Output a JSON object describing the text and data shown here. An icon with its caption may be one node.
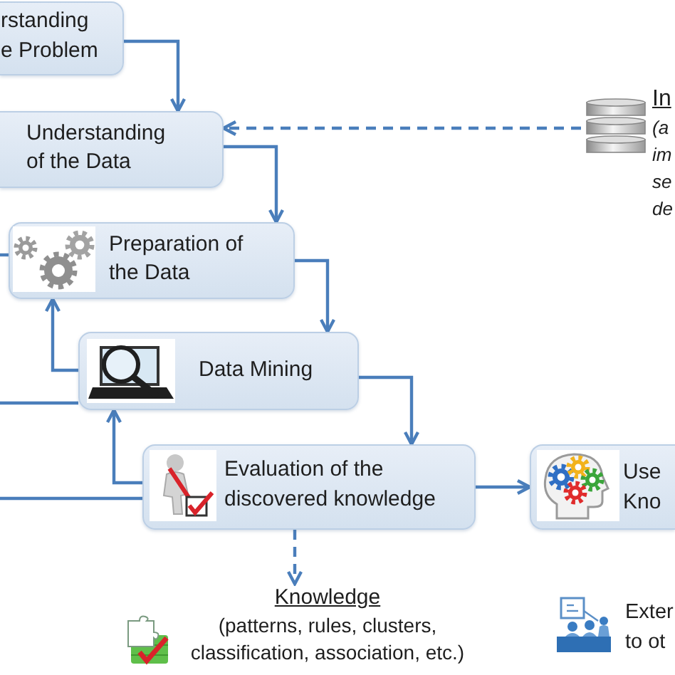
{
  "diagram": {
    "nodes": [
      {
        "text": [
          "rstanding e Problem"
        ]
      },
      {
        "text": [
          "Understanding of the Data"
        ]
      },
      {
        "text": [
          "In",
          "(a im se de"
        ]
      },
      {
        "text": [
          "Preparation of the Data"
        ]
      },
      {
        "text": [
          "Data Mining"
        ]
      },
      {
        "text": [
          "Evaluation of the discovered knowledge"
        ]
      },
      {
        "text": [
          "Use Kno"
        ]
      },
      {
        "text": [
          "Knowledge",
          "(patterns, rules, clusters, classification, association, etc.)"
        ]
      },
      {
        "text": [
          "Exter to ot"
        ]
      }
    ],
    "edges": [
      {
        "from": 0,
        "to": 1,
        "arrow": "to"
      },
      {
        "from": 2,
        "to": 1,
        "arrow": "to",
        "style": "dashed"
      },
      {
        "from": 1,
        "to": 3,
        "arrow": "to"
      },
      {
        "from": null,
        "to": 3,
        "arrow": "none"
      },
      {
        "from": 3,
        "to": 4,
        "arrow": "to"
      },
      {
        "from": 4,
        "to": 3,
        "arrow": "to"
      },
      {
        "from": null,
        "to": 4,
        "arrow": "none"
      },
      {
        "from": 4,
        "to": 5,
        "arrow": "to"
      },
      {
        "from": 5,
        "to": 4,
        "arrow": "to"
      },
      {
        "from": null,
        "to": 5,
        "arrow": "none"
      },
      {
        "from": 5,
        "to": 6,
        "arrow": "to"
      },
      {
        "from": 5,
        "to": 7,
        "arrow": "to",
        "style": "dashed"
      }
    ]
  }
}
